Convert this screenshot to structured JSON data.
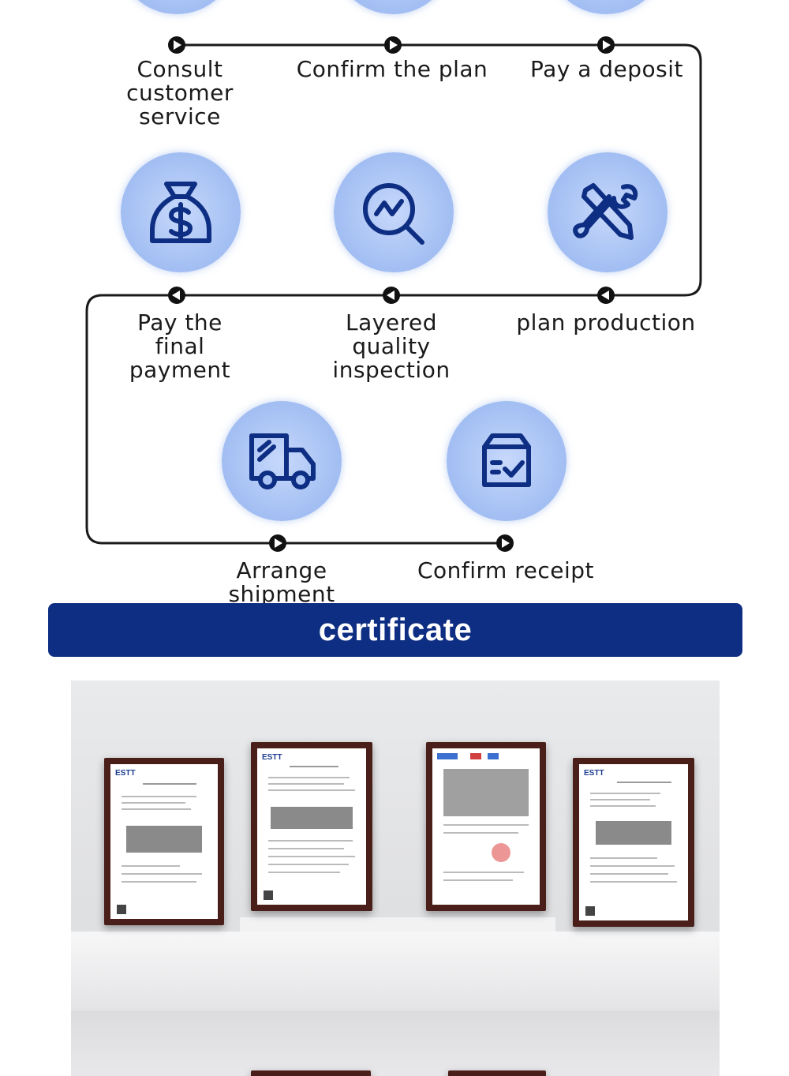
{
  "process": {
    "steps": [
      {
        "label": "Consult customer service",
        "icon": "chat-icon"
      },
      {
        "label": "Confirm the plan",
        "icon": "document-icon"
      },
      {
        "label": "Pay a deposit",
        "icon": "wallet-icon"
      },
      {
        "label": "Pay the final payment",
        "icon": "money-bag-icon"
      },
      {
        "label": "Layered quality inspection",
        "icon": "magnifier-chart-icon"
      },
      {
        "label": "plan production",
        "icon": "tools-icon"
      },
      {
        "label": "Arrange shipment",
        "icon": "truck-icon"
      },
      {
        "label": "Confirm receipt",
        "icon": "box-check-icon"
      }
    ],
    "colors": {
      "circle": "#a9c3f4",
      "icon_stroke": "#0d2e82",
      "line": "#1a1a1a"
    }
  },
  "banner": {
    "title": "certificate",
    "color": "#0d2e82"
  },
  "certificates": {
    "logos": [
      "ESTT",
      "ESTT",
      "",
      "ESTT"
    ]
  }
}
